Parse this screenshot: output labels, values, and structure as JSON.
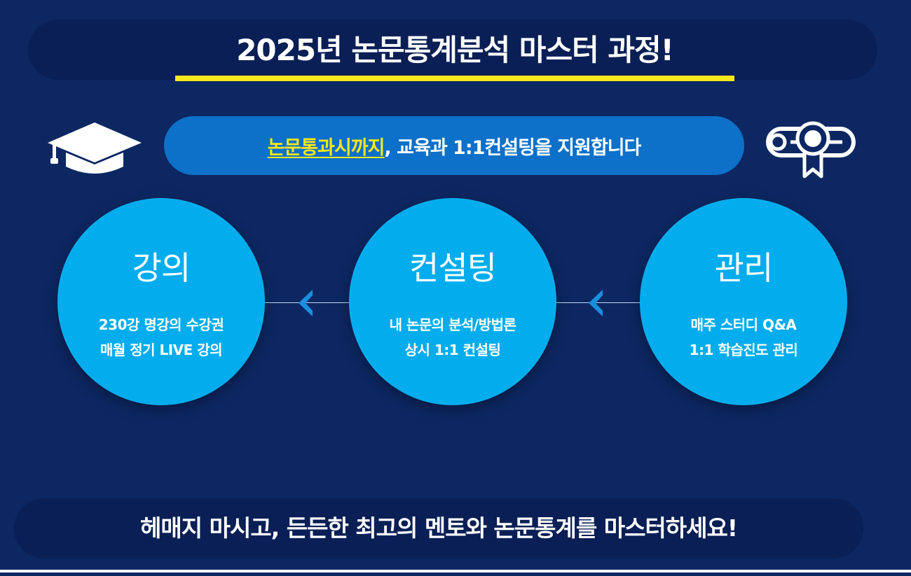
{
  "header": {
    "title": "2025년 논문통계분석 마스터 과정!"
  },
  "subtitle": {
    "highlight": "논문통과시까지",
    "rest": ", 교육과 1:1컨설팅을 지원합니다"
  },
  "icons": {
    "left": "graduation-cap-icon",
    "right": "diploma-icon"
  },
  "steps": [
    {
      "title": "강의",
      "line1": "230강 명강의 수강권",
      "line2": "매월 정기 LIVE 강의"
    },
    {
      "title": "컨설팅",
      "line1": "내 논문의 분석/방법론",
      "line2": "상시 1:1 컨설팅"
    },
    {
      "title": "관리",
      "line1": "매주 스터디 Q&A",
      "line2": "1:1 학습진도 관리"
    }
  ],
  "footer": {
    "text": "헤매지 마시고, 든든한 최고의 멘토와 논문통계를 마스터하세요!"
  },
  "colors": {
    "background": "#0c2762",
    "pill_dark": "#0a1f55",
    "pill_blue": "#0d70c9",
    "circle": "#03aded",
    "accent_yellow": "#f8e71c",
    "arrow": "#1a8fe0"
  }
}
